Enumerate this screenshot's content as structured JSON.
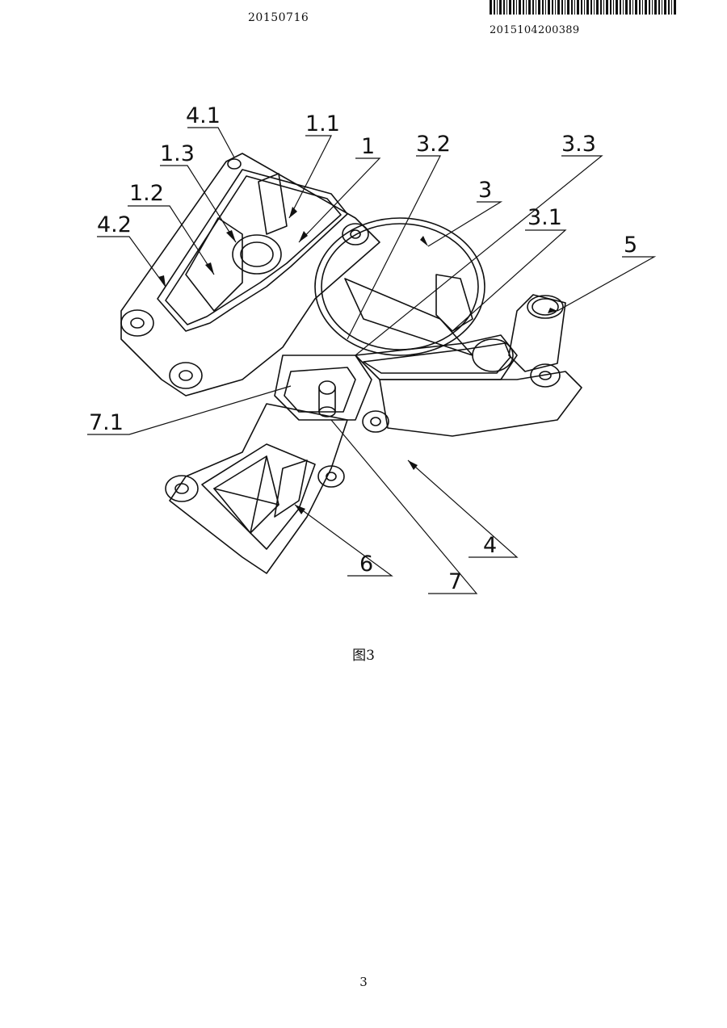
{
  "header": {
    "date": "20150716",
    "application_number": "2015104200389"
  },
  "figure": {
    "labels": {
      "l_4_1": "4.1",
      "l_1_1": "1.1",
      "l_1_3": "1.3",
      "l_1": "1",
      "l_3_2": "3.2",
      "l_3_3": "3.3",
      "l_1_2": "1.2",
      "l_3": "3",
      "l_3_1": "3.1",
      "l_4_2": "4.2",
      "l_5": "5",
      "l_7_1": "7.1",
      "l_4": "4",
      "l_6": "6",
      "l_7": "7"
    },
    "caption": "图3"
  },
  "footer": {
    "page_number": "3"
  }
}
